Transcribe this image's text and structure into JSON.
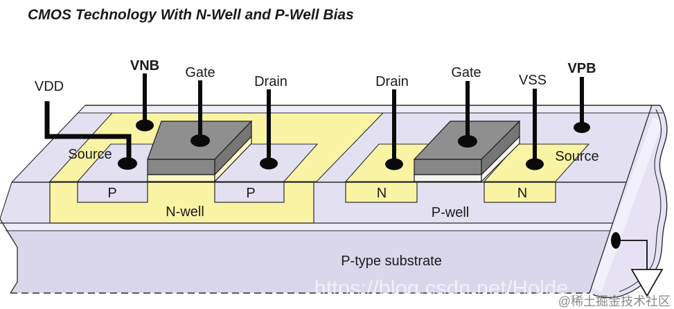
{
  "title": "CMOS Technology With N-Well and P-Well Bias",
  "terminals": {
    "vdd": "VDD",
    "vnb": "VNB",
    "gate_pmos": "Gate",
    "drain_pmos": "Drain",
    "drain_nmos": "Drain",
    "gate_nmos": "Gate",
    "vss": "VSS",
    "vpb": "VPB",
    "source_pmos": "Source",
    "source_nmos": "Source"
  },
  "regions": {
    "p_diffusion_source": "P",
    "p_diffusion_drain": "P",
    "n_diffusion_drain": "N",
    "n_diffusion_source": "N",
    "n_well": "N-well",
    "p_well": "P-well",
    "substrate": "P-type substrate"
  },
  "watermarks": {
    "url": "https://blog.csdn.net/Holde",
    "community": "@稀土掘金技术社区"
  },
  "colors": {
    "well_yellow": "#F8F4A4",
    "surface_lavender": "#E3E0F1",
    "bevel_lavender": "#EFEDF9",
    "substrate_lavender": "#DBD7EB",
    "substrate_highlight": "#EFECF8",
    "gate_gray_top": "#8F8F8F",
    "gate_gray_front": "#878787",
    "gate_gray_side": "#767676",
    "oxide_pale_yellow": "#FAF7C4",
    "oxide_white": "#F6F4F0",
    "outline": "#2b2b2b",
    "contact_black": "#0a0a0a",
    "torn_band": "#E6E2F4",
    "torn_highlight": "#F2F0FA"
  }
}
